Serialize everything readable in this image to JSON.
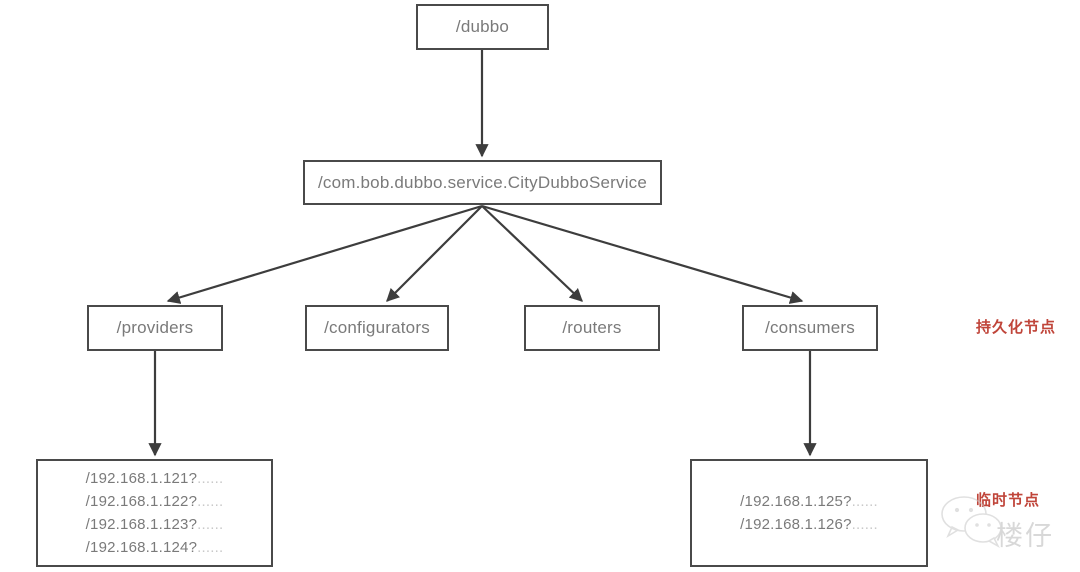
{
  "diagram": {
    "title": "Dubbo ZooKeeper registry node tree",
    "root": {
      "label": "/dubbo"
    },
    "service": {
      "label": "/com.bob.dubbo.service.CityDubboService"
    },
    "children": [
      {
        "label": "/providers"
      },
      {
        "label": "/configurators"
      },
      {
        "label": "/routers"
      },
      {
        "label": "/consumers"
      }
    ],
    "provider_instances": {
      "lines": [
        {
          "addr": "/192.168.1.121?",
          "dots": "......"
        },
        {
          "addr": "/192.168.1.122?",
          "dots": "......"
        },
        {
          "addr": "/192.168.1.123?",
          "dots": "......"
        },
        {
          "addr": "/192.168.1.124?",
          "dots": "......"
        }
      ]
    },
    "consumer_instances": {
      "lines": [
        {
          "addr": "/192.168.1.125?",
          "dots": "......"
        },
        {
          "addr": "/192.168.1.126?",
          "dots": "......"
        }
      ]
    },
    "annotations": {
      "persistent": "持久化节点",
      "ephemeral": "临时节点"
    },
    "watermark": {
      "text": "楼仔",
      "icon": "wechat-icon"
    },
    "colors": {
      "node_border": "#4a4a4a",
      "node_text": "#7a7a7a",
      "edge": "#3d3d3d",
      "annotation": "#c0453a",
      "background": "#ffffff"
    }
  }
}
